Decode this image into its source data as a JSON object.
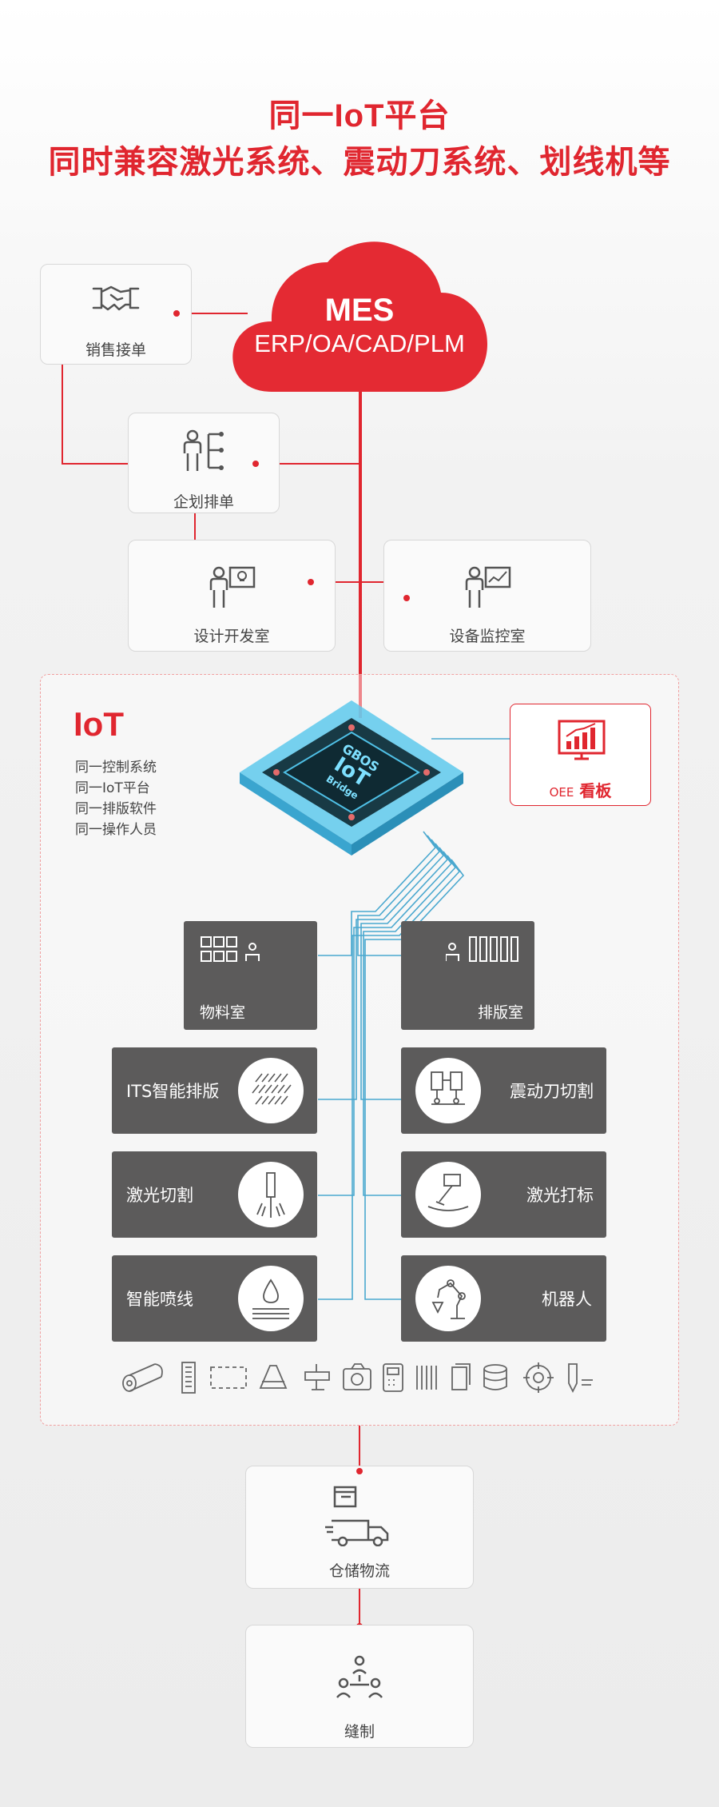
{
  "header": {
    "line1": "同一IoT平台",
    "line2": "同时兼容激光系统、震动刀系统、划线机等"
  },
  "cloud": {
    "title": "MES",
    "subtitle": "ERP/OA/CAD/PLM",
    "color": "#e0262f"
  },
  "departments": {
    "sales": "销售接单",
    "planning": "企划排单",
    "design": "设计开发室",
    "monitoring": "设备监控室"
  },
  "iot": {
    "title": "IoT",
    "features": [
      "同一控制系统",
      "同一IoT平台",
      "同一排版软件",
      "同一操作人员"
    ],
    "chip_text": [
      "GBOS",
      "IoT",
      "Bridge"
    ],
    "oee_prefix": "OEE",
    "oee_label": "看板"
  },
  "rooms": {
    "material": "物料室",
    "nesting": "排版室"
  },
  "machines": {
    "its": "ITS智能排版",
    "vibration_knife": "震动刀切割",
    "laser_cut": "激光切割",
    "laser_mark": "激光打标",
    "spray_line": "智能喷线",
    "robot": "机器人"
  },
  "bottom": {
    "logistics": "仓储物流",
    "sewing": "缝制"
  },
  "device_icons": [
    "roll-icon",
    "panel-icon",
    "dashed-frame-icon",
    "lamp-icon",
    "tool-icon",
    "camera-icon",
    "calculator-icon",
    "barcode-icon",
    "documents-icon",
    "database-icon",
    "target-icon",
    "pen-icon"
  ]
}
